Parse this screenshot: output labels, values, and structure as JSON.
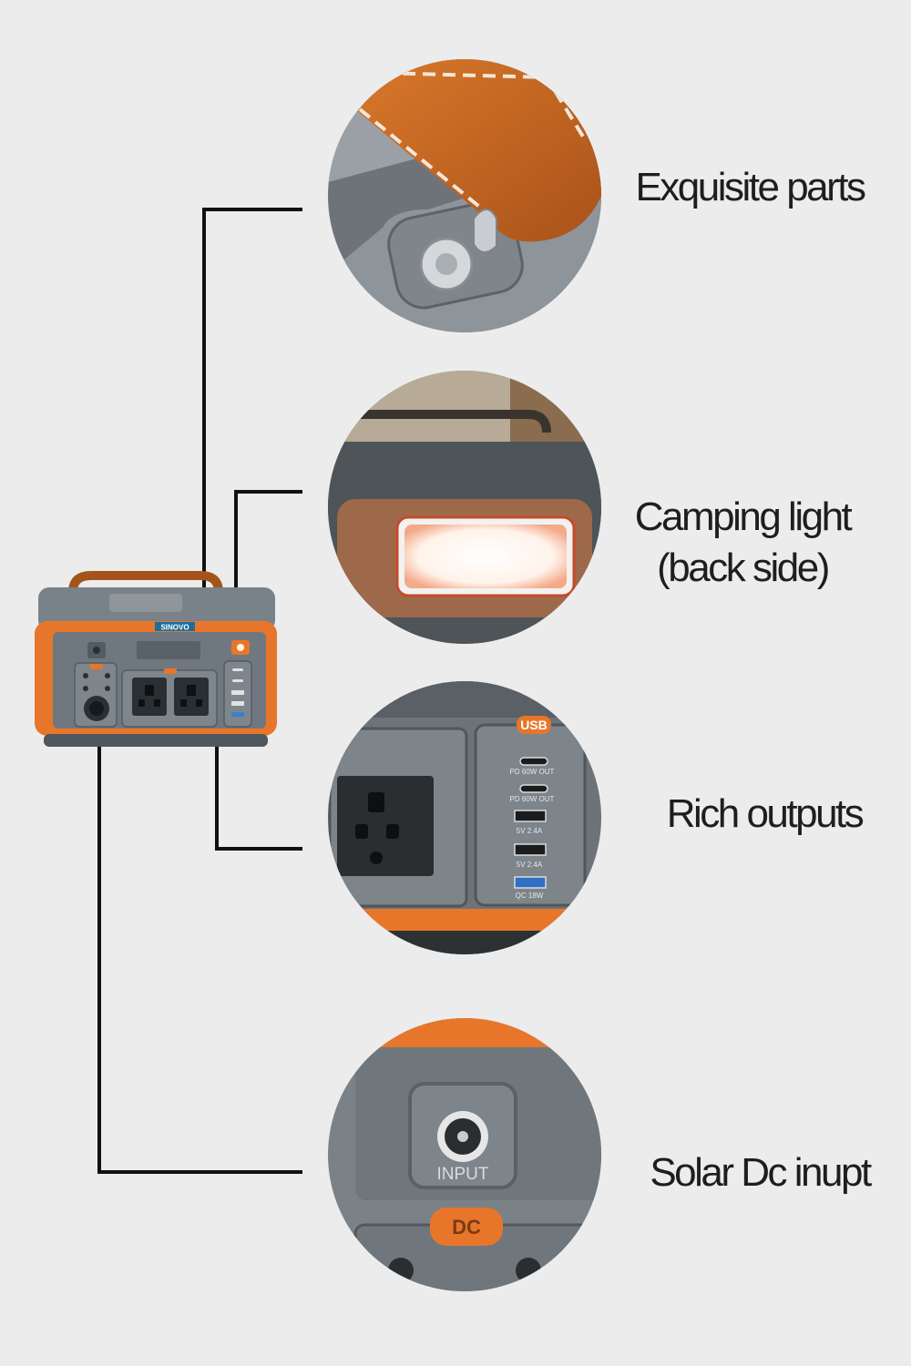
{
  "product": {
    "brand_label": "SINOVO",
    "usb_badge": "USB",
    "dc_badge": "DC",
    "input_label": "INPUT",
    "port_labels": [
      "PD 60W OUT",
      "PD 60W OUT",
      "5V 2.4A",
      "5V 2.4A",
      "QC 18W"
    ]
  },
  "features": [
    {
      "label_lines": [
        "Exquisite parts"
      ]
    },
    {
      "label_lines": [
        "Camping light",
        "(back side)"
      ]
    },
    {
      "label_lines": [
        "Rich outputs"
      ]
    },
    {
      "label_lines": [
        "Solar Dc inupt"
      ]
    }
  ],
  "colors": {
    "background": "#ececec",
    "accent_orange": "#e8762a",
    "body_gray": "#6f7880",
    "connector_line": "#111111",
    "label_text": "#1e1e1e"
  }
}
